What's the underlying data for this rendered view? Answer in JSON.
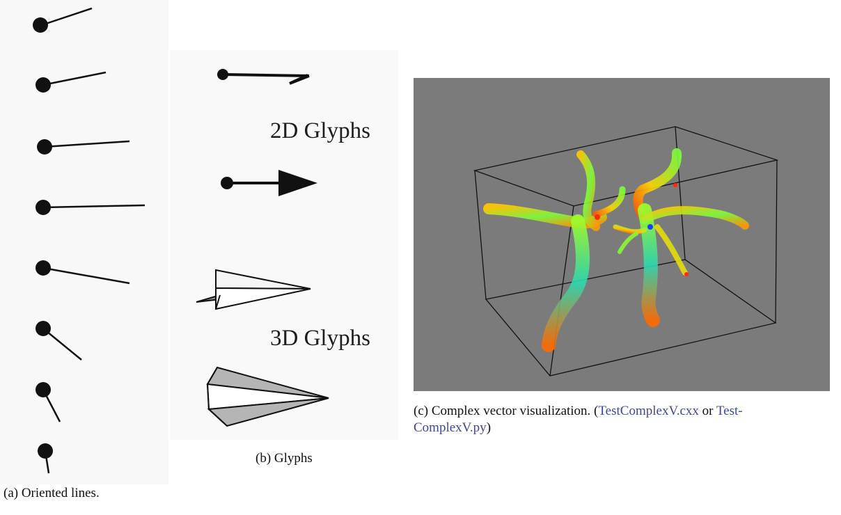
{
  "panels": {
    "a": {
      "caption": "(a) Oriented lines."
    },
    "b": {
      "caption": "(b) Glyphs",
      "label_2d": "2D Glyphs",
      "label_3d": "3D Glyphs"
    },
    "c": {
      "caption_prefix": "(c) Complex vector visualization. (",
      "link1": "TestComplexV.cxx",
      "or_text": " or ",
      "link2_part1": "Test-",
      "link2_part2": "ComplexV.py",
      "caption_suffix": ")"
    }
  },
  "colors": {
    "panel_c_background": "#7b7b7b",
    "link": "#3b4aa0",
    "vector_scale": [
      "#ff2a00",
      "#ffcc00",
      "#7cff3a",
      "#2cd9b0",
      "#1e3cff"
    ]
  },
  "icons": {
    "dot": "filled-circle-glyph",
    "arrow": "arrow-glyph",
    "hook": "hook-glyph",
    "paper_plane": "paper-plane-glyph",
    "cone": "cone-glyph"
  }
}
